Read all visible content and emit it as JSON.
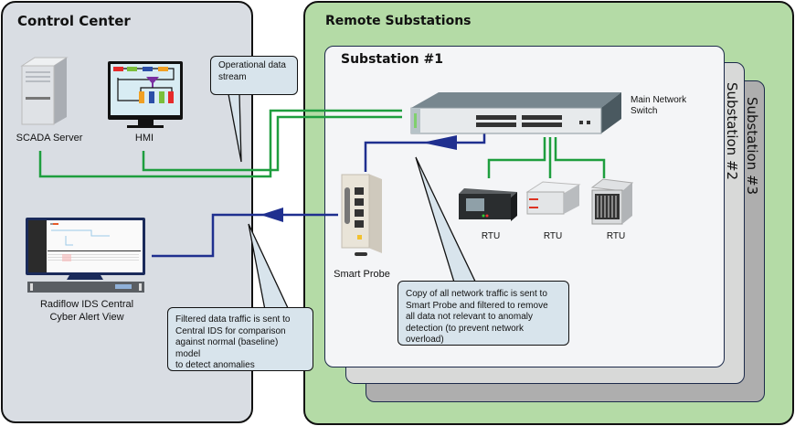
{
  "control_center": {
    "title": "Control Center",
    "scada_label": "SCADA Server",
    "hmi_label": "HMI",
    "ids_label_line1": "Radiflow IDS Central",
    "ids_label_line2": "Cyber Alert View"
  },
  "remote_substations": {
    "title": "Remote Substations",
    "substations": [
      "Substation #1",
      "Substation #2",
      "Substation #3"
    ],
    "switch_label_line1": "Main Network",
    "switch_label_line2": "Switch",
    "probe_label": "Smart Probe",
    "rtu_labels": [
      "RTU",
      "RTU",
      "RTU"
    ]
  },
  "callouts": {
    "operational": [
      "Operational data",
      "stream"
    ],
    "copy": [
      "Copy of all network traffic is sent to",
      "Smart Probe and filtered to remove",
      "all data not relevant to anomaly",
      "detection (to prevent network overload)"
    ],
    "filtered": [
      "Filtered data traffic is sent to",
      "Central IDS for comparison",
      "against normal (baseline) model",
      "to detect anomalies"
    ]
  },
  "colors": {
    "green_link": "#1e9e3e",
    "blue_link": "#1f2f8f",
    "control_bg": "#d9dde3",
    "remote_bg": "#b4dba6"
  }
}
